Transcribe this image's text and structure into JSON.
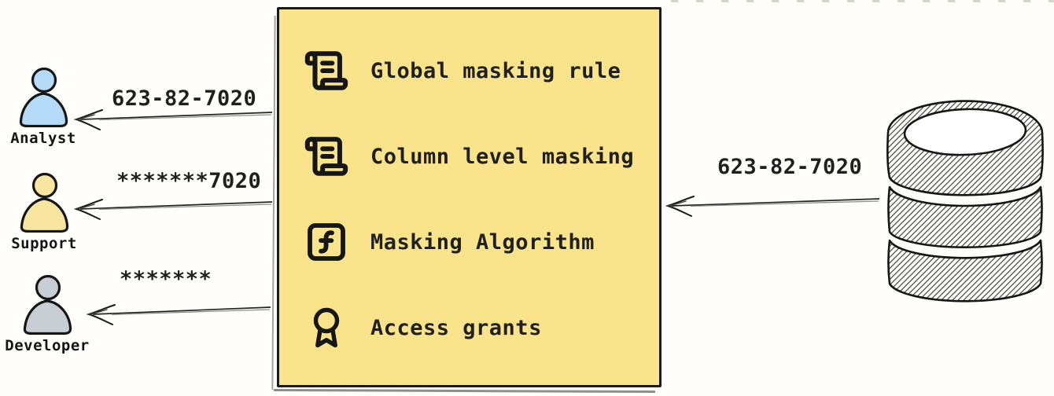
{
  "background": "#fffefa",
  "ink": "#1d1d1d",
  "actors": [
    {
      "name": "analyst",
      "label": "Analyst",
      "fill": "#b5dbf8",
      "arrow_label": "623-82-7020"
    },
    {
      "name": "support",
      "label": "Support",
      "fill": "#f8e59e",
      "arrow_label": "*******7020"
    },
    {
      "name": "developer",
      "label": "Developer",
      "fill": "#c9ced5",
      "arrow_label": "*******"
    }
  ],
  "masking_box": {
    "fill": "#f9e48c",
    "border_color": "#1a1a1a",
    "items": [
      {
        "icon": "scroll-text-icon",
        "label": "Global masking rule"
      },
      {
        "icon": "scroll-text-icon",
        "label": "Column level masking"
      },
      {
        "icon": "function-square-icon",
        "label": "Masking Algorithm"
      },
      {
        "icon": "award-icon",
        "label": "Access grants"
      }
    ]
  },
  "database": {
    "icon": "database-icon",
    "arrow_label": "623-82-7020"
  }
}
